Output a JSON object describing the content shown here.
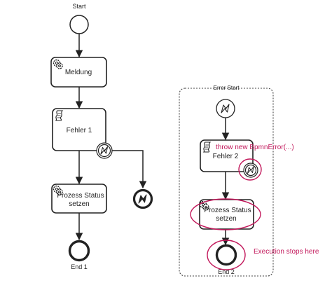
{
  "diagram": {
    "start_event_label": "Start",
    "task_meldung_label": "Meldung",
    "task_fehler1_label": "Fehler 1",
    "task_status1_line1": "Prozess Status",
    "task_status1_line2": "setzen",
    "end1_label": "End 1",
    "subprocess_label": "Error Start",
    "task_fehler2_label": "Fehler 2",
    "task_status2_line1": "Prozess Status",
    "task_status2_line2": "setzen",
    "end2_label": "End 2"
  },
  "annotations": {
    "throw_note": "throw new BpmnError(...)",
    "stop_note": "Execution stops here"
  },
  "colors": {
    "stroke": "#222222",
    "annotation": "#c2185b",
    "subprocess_border": "#444444"
  },
  "icons": {
    "service_task": "gear-icon",
    "script_task": "script-icon",
    "error": "lightning-bolt-icon"
  }
}
